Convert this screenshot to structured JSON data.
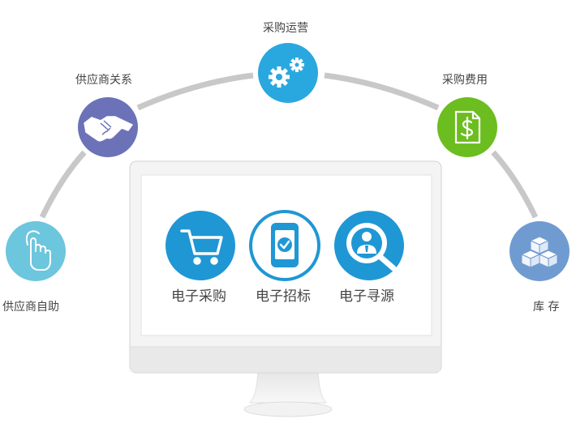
{
  "nodes": {
    "supplier_self": {
      "label": "供应商自助",
      "color": "#6cc6dd",
      "icon": "touch-hand-icon"
    },
    "supplier_relation": {
      "label": "供应商关系",
      "color": "#6b72b7",
      "icon": "handshake-icon"
    },
    "procurement_ops": {
      "label": "采购运营",
      "color": "#29a8df",
      "icon": "gears-icon"
    },
    "procurement_cost": {
      "label": "采购费用",
      "color": "#6cbd1f",
      "icon": "dollar-document-icon"
    },
    "inventory": {
      "label": "库 存",
      "color": "#6f9bd1",
      "icon": "boxes-icon"
    }
  },
  "center": {
    "items": [
      {
        "label": "电子采购",
        "icon": "shopping-cart-icon",
        "color": "#1f97d4"
      },
      {
        "label": "电子招标",
        "icon": "mobile-check-icon",
        "color": "#1f97d4"
      },
      {
        "label": "电子寻源",
        "icon": "magnifier-person-icon",
        "color": "#1f97d4"
      }
    ]
  },
  "colors": {
    "arc": "#c8c8c8",
    "monitor_frame": "#eeeeee",
    "monitor_border": "#d2d2d2",
    "text": "#444444"
  }
}
